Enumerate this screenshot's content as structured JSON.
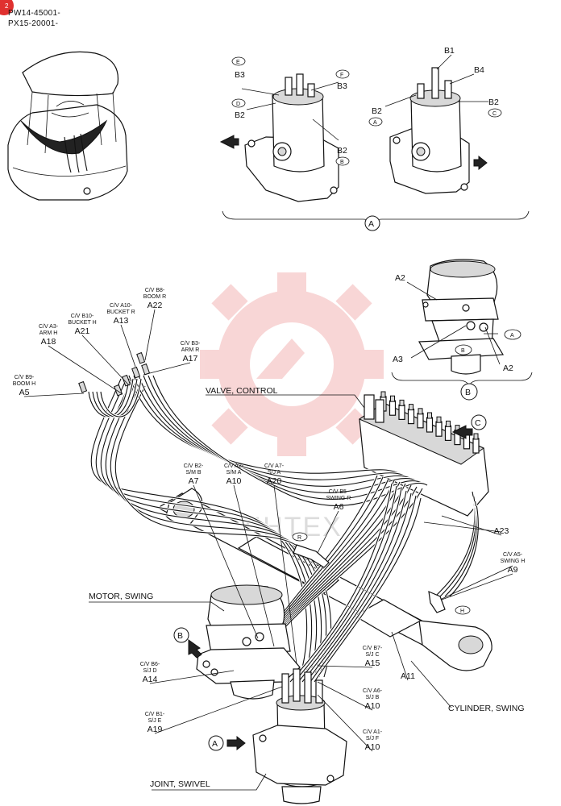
{
  "page_badge": "2",
  "serials": [
    "PW14-45001-",
    "PX15-20001-"
  ],
  "watermark": "VIHTEX",
  "detail_a": {
    "label": "A",
    "left_view": {
      "E": "E",
      "B3": "B3",
      "F": "F",
      "B3b": "B3",
      "D": "D",
      "B2": "B2",
      "B2b": "B2",
      "B": "B"
    },
    "right_view": {
      "B1": "B1",
      "B4": "B4",
      "B2": "B2",
      "A": "A",
      "B2b": "B2",
      "C": "C"
    }
  },
  "detail_b": {
    "label": "B",
    "A2": "A2",
    "A": "A",
    "A3": "A3",
    "B": "B",
    "A2b": "A2"
  },
  "callouts": {
    "valve_control": "VALVE, CONTROL",
    "motor_swing": "MOTOR, SWING",
    "cylinder_swing": "CYLINDER, SWING",
    "joint_swivel": "JOINT, SWIVEL",
    "view_c": "C",
    "view_b": "B",
    "view_a": "A",
    "r_tag": "R",
    "h_tag": "H"
  },
  "hose_labels": [
    {
      "l1": "C/V B8-",
      "l2": "BOOM R",
      "id": "A22"
    },
    {
      "l1": "C/V A10-",
      "l2": "BUCKET R",
      "id": "A13"
    },
    {
      "l1": "C/V B10-",
      "l2": "BUCKET H",
      "id": "A21"
    },
    {
      "l1": "C/V A3-",
      "l2": "ARM H",
      "id": "A18"
    },
    {
      "l1": "C/V B3-",
      "l2": "ARM R",
      "id": "A17"
    },
    {
      "l1": "C/V B9-",
      "l2": "BOOM H",
      "id": "A5"
    },
    {
      "l1": "C/V B2-",
      "l2": "S/M B",
      "id": "A7"
    },
    {
      "l1": "C/V A2-",
      "l2": "S/M A",
      "id": "A10"
    },
    {
      "l1": "C/V A7-",
      "l2": "S/J A",
      "id": "A20"
    },
    {
      "l1": "C/V B5-",
      "l2": "SWING R",
      "id": "A6"
    },
    {
      "l1": "",
      "l2": "",
      "id": "A23"
    },
    {
      "l1": "C/V A5-",
      "l2": "SWING H",
      "id": "A9"
    },
    {
      "l1": "C/V B7-",
      "l2": "S/J C",
      "id": "A15"
    },
    {
      "l1": "C/V B6-",
      "l2": "S/J D",
      "id": "A14"
    },
    {
      "l1": "",
      "l2": "",
      "id": "A11"
    },
    {
      "l1": "C/V A6-",
      "l2": "S/J B",
      "id": "A10"
    },
    {
      "l1": "C/V B1-",
      "l2": "S/J E",
      "id": "A19"
    },
    {
      "l1": "C/V A1-",
      "l2": "S/J F",
      "id": "A10"
    }
  ]
}
